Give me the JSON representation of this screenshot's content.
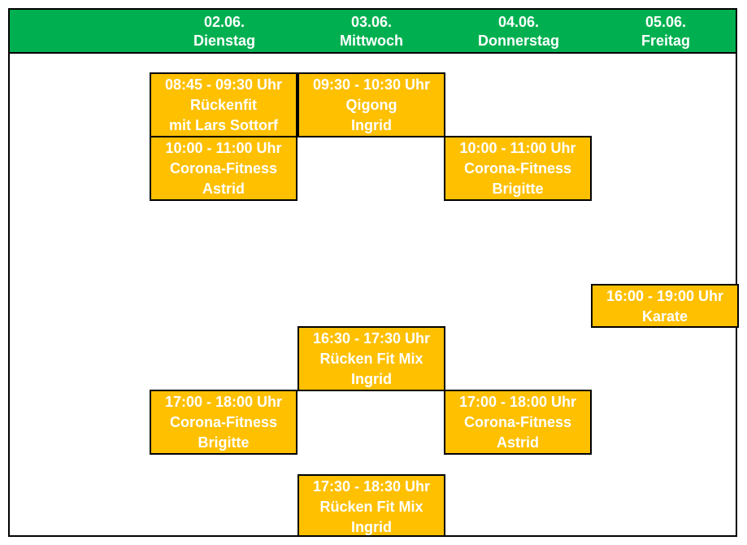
{
  "days": [
    {
      "date": "02.06.",
      "weekday": "Dienstag"
    },
    {
      "date": "03.06.",
      "weekday": "Mittwoch"
    },
    {
      "date": "04.06.",
      "weekday": "Donnerstag"
    },
    {
      "date": "05.06.",
      "weekday": "Freitag"
    }
  ],
  "events": [
    {
      "day": "Dienstag",
      "time": "08:45 - 09:30 Uhr",
      "course": "Rückenfit",
      "trainer": "mit Lars Sottorf"
    },
    {
      "day": "Mittwoch",
      "time": "09:30 - 10:30 Uhr",
      "course": "Qigong",
      "trainer": "Ingrid"
    },
    {
      "day": "Dienstag",
      "time": "10:00 - 11:00 Uhr",
      "course": "Corona-Fitness",
      "trainer": "Astrid"
    },
    {
      "day": "Donnerstag",
      "time": "10:00 - 11:00 Uhr",
      "course": "Corona-Fitness",
      "trainer": "Brigitte"
    },
    {
      "day": "Freitag",
      "time": "16:00 - 19:00 Uhr",
      "course": "Karate"
    },
    {
      "day": "Mittwoch",
      "time": "16:30 - 17:30 Uhr",
      "course": "Rücken Fit Mix",
      "trainer": "Ingrid"
    },
    {
      "day": "Dienstag",
      "time": "17:00 - 18:00 Uhr",
      "course": "Corona-Fitness",
      "trainer": "Brigitte"
    },
    {
      "day": "Donnerstag",
      "time": "17:00 - 18:00 Uhr",
      "course": "Corona-Fitness",
      "trainer": "Astrid"
    },
    {
      "day": "Mittwoch",
      "time": "17:30 - 18:30 Uhr",
      "course": "Rücken Fit Mix",
      "trainer": "Ingrid"
    }
  ],
  "colors": {
    "header_bg": "#00b050",
    "event_bg": "#ffc000",
    "text": "#ffffff",
    "border": "#000000"
  }
}
